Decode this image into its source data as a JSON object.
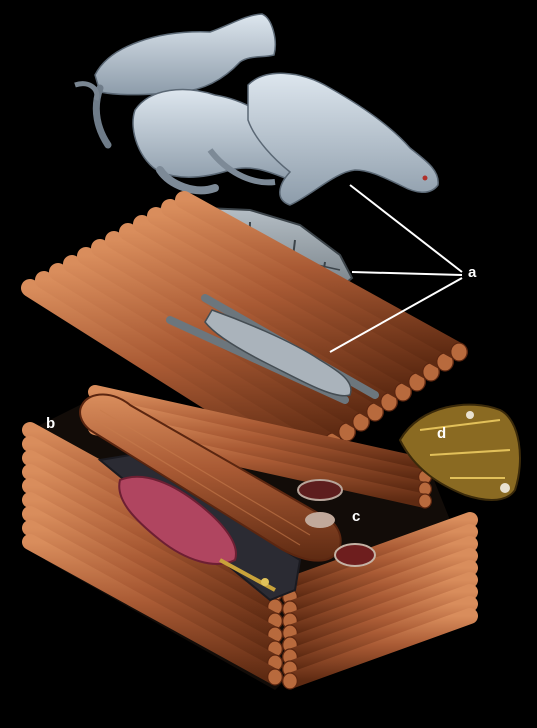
{
  "labels": {
    "a": "a",
    "b": "b",
    "c": "c",
    "d": "d"
  },
  "colors": {
    "background": "#000000",
    "logs": "#a95a34",
    "log_dark": "#6e3317",
    "horses": "#c3d0dd",
    "stone": "#8f9aa3",
    "cloth": "#b04560",
    "leader_lines": "#ffffff"
  }
}
